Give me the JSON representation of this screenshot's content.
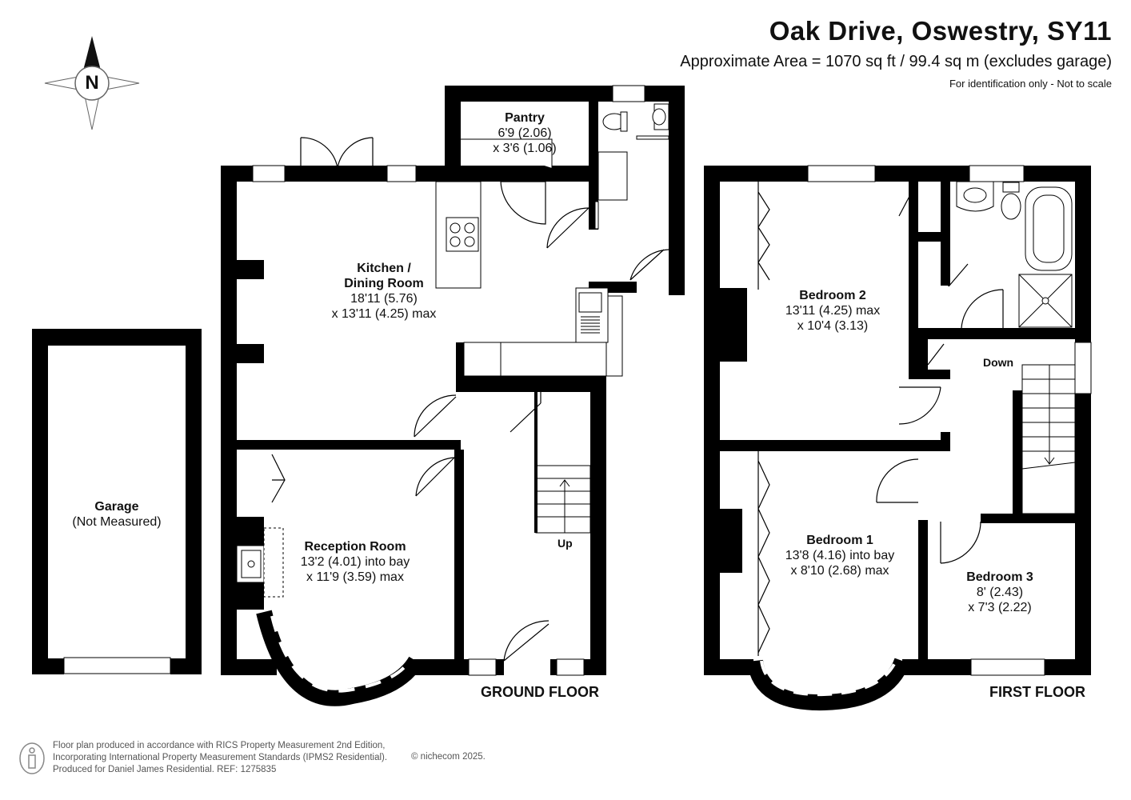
{
  "header": {
    "title": "Oak Drive, Oswestry, SY11",
    "area": "Approximate Area = 1070 sq ft / 99.4 sq m (excludes garage)",
    "identification": "For identification only - Not to scale"
  },
  "compass": {
    "north_label": "N",
    "icon": "compass-rose-icon"
  },
  "floors": {
    "ground": "GROUND FLOOR",
    "first": "FIRST FLOOR"
  },
  "rooms": {
    "garage": {
      "name": "Garage",
      "dims": [
        "(Not Measured)"
      ]
    },
    "pantry": {
      "name": "Pantry",
      "dims": [
        "6'9 (2.06)",
        "x 3'6 (1.06)"
      ]
    },
    "kitchen": {
      "name": "Kitchen /",
      "name2": "Dining Room",
      "dims": [
        "18'11 (5.76)",
        "x 13'11 (4.25) max"
      ]
    },
    "reception": {
      "name": "Reception Room",
      "dims": [
        "13'2 (4.01) into bay",
        "x 11'9 (3.59) max"
      ]
    },
    "bedroom2": {
      "name": "Bedroom 2",
      "dims": [
        "13'11 (4.25) max",
        "x 10'4 (3.13)"
      ]
    },
    "bedroom1": {
      "name": "Bedroom 1",
      "dims": [
        "13'8 (4.16) into bay",
        "x 8'10 (2.68) max"
      ]
    },
    "bedroom3": {
      "name": "Bedroom 3",
      "dims": [
        "8' (2.43)",
        "x 7'3 (2.22)"
      ]
    }
  },
  "stairs": {
    "up": "Up",
    "down": "Down"
  },
  "footer": {
    "lines": [
      "Floor plan produced in accordance with RICS Property Measurement 2nd Edition,",
      "Incorporating International Property Measurement Standards (IPMS2 Residential).",
      "Produced for Daniel James Residential.   REF:  1275835"
    ],
    "copyright": "© nichecom 2025.",
    "icon": "info-person-icon"
  },
  "colors": {
    "wall": "#000000",
    "background": "#ffffff",
    "footer_text": "#555555"
  }
}
